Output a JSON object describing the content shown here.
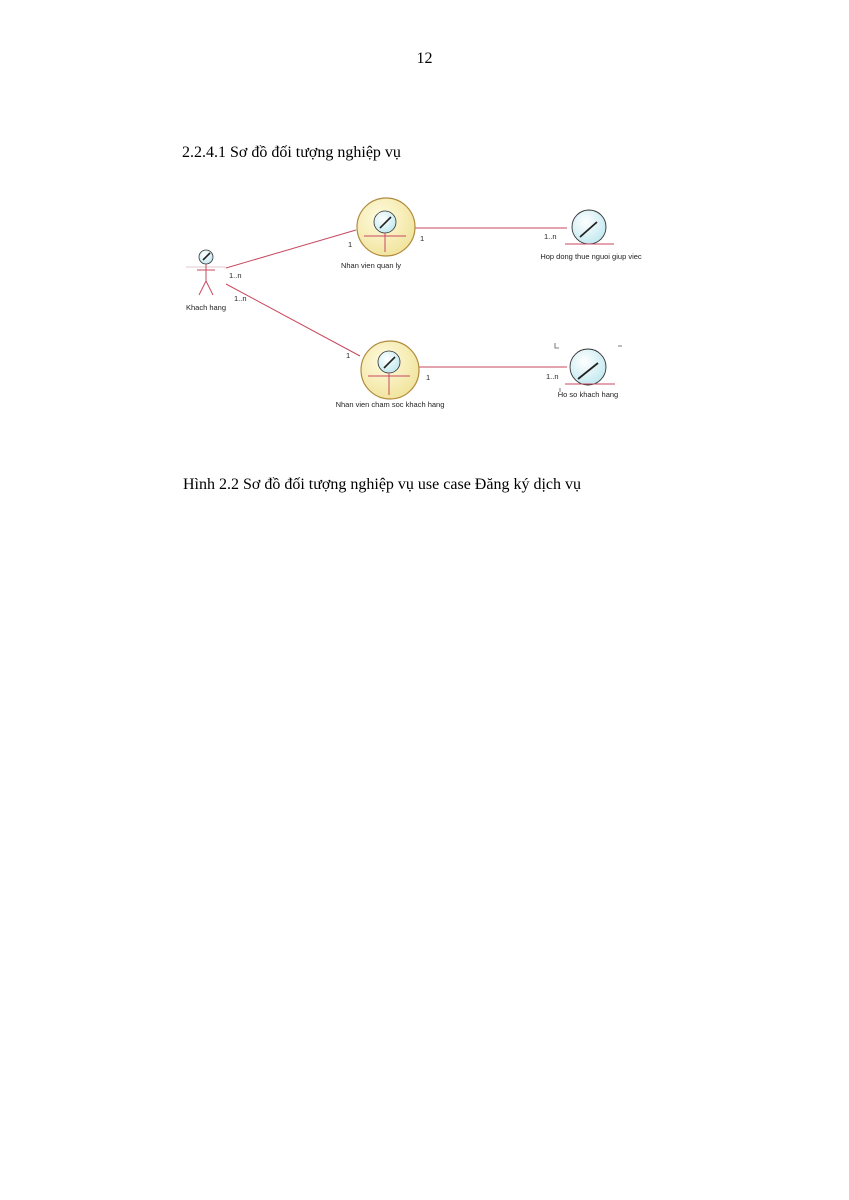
{
  "page": {
    "number": "12",
    "section_heading": "2.2.4.1 Sơ đồ đối tượng nghiệp vụ",
    "caption": "Hình 2.2 Sơ đồ đối tượng nghiệp vụ use case Đăng ký dịch vụ"
  },
  "diagram": {
    "actor": {
      "label": "Khach hang"
    },
    "workers": [
      {
        "label": "Nhan vien quan ly"
      },
      {
        "label": "Nhan vien cham soc khach hang"
      }
    ],
    "entities": [
      {
        "label": "Hop dong thue nguoi giup viec"
      },
      {
        "label": "Ho so khach hang"
      }
    ],
    "multiplicities": {
      "actor_to_manager_actor_end": "1..n",
      "actor_to_manager_worker_end": "1",
      "actor_to_care_actor_end": "1..n",
      "actor_to_care_worker_end": "1",
      "manager_to_contract_worker_end": "1",
      "manager_to_contract_entity_end": "1..n",
      "care_to_profile_worker_end": "1",
      "care_to_profile_entity_end": "1..n"
    },
    "colors": {
      "association_line": "#c8485f",
      "worker_fill": "#f6efb0",
      "worker_stroke": "#b08a3c",
      "head_fill": "#cfeef2",
      "outline": "#333333"
    }
  }
}
